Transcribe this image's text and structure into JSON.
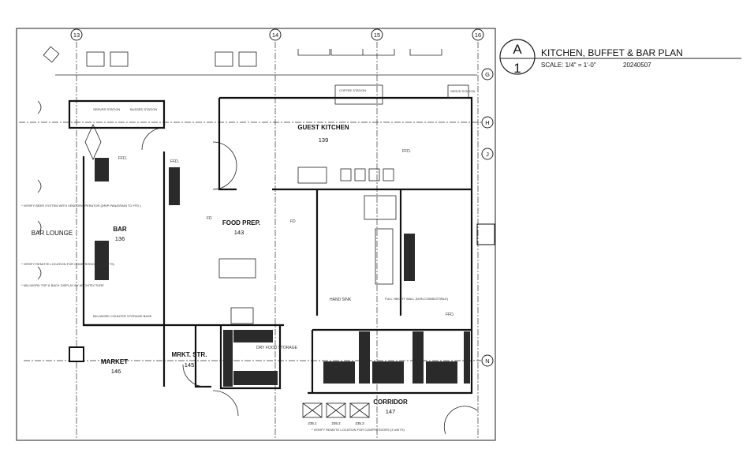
{
  "title_block": {
    "detail_letter": "A",
    "detail_number": "1",
    "title": "KITCHEN, BUFFET & BAR PLAN",
    "scale": "SCALE: 1/4\" = 1'-0\"",
    "date": "20240507"
  },
  "grid_columns": [
    "13",
    "14",
    "15",
    "16"
  ],
  "grid_rows": [
    "G",
    "H",
    "J",
    "N"
  ],
  "rooms": {
    "guest_kitchen": {
      "name": "GUEST KITCHEN",
      "number": "139"
    },
    "food_prep": {
      "name": "FOOD PREP.",
      "number": "143"
    },
    "bar": {
      "name": "BAR",
      "number": "136"
    },
    "bar_lounge": {
      "name": "BAR LOUNGE"
    },
    "market": {
      "name": "MARKET",
      "number": "146"
    },
    "market_storage": {
      "name": "MRKT. STR.",
      "number": "145"
    },
    "dry_food_storage": {
      "name": "DRY FOOD STORAGE"
    },
    "corridor": {
      "name": "CORRIDOR",
      "number": "147"
    },
    "hand_sink": {
      "name": "HAND SINK"
    }
  },
  "stations": {
    "server_station": "SERVER STATION",
    "bussing_station": "BUSSED STATION",
    "coffee_station": "COFFEE STATION",
    "serve_station": "SERVE STATION"
  },
  "notes": {
    "compressors": "* VERIFY REMOTE LOCATION FOR COMPRESSORS (3 UNITS)",
    "compressors_bar": "* VERIFY REMOTE LOCATION FOR COMPRESSORS (2 UNITS)",
    "beer_system": "* VERIFY BEER SYSTEM WITH VENDOR/OPERATOR (DRIP PAN/DRAIN TO FFD.)",
    "millwork": "* MILLWORK TOP & BACK DISPLAY BY ARCHITECTURE",
    "millwork_counter": "MILLWORK COUNTER STORAGE BASE",
    "full_height_wall": "FULL HEIGHT WALL (NON-COMBUSTIBLE)",
    "ffd": "FFD.",
    "fd": "FD"
  },
  "equipment_tags": [
    "235.1",
    "235.2",
    "235.3"
  ]
}
